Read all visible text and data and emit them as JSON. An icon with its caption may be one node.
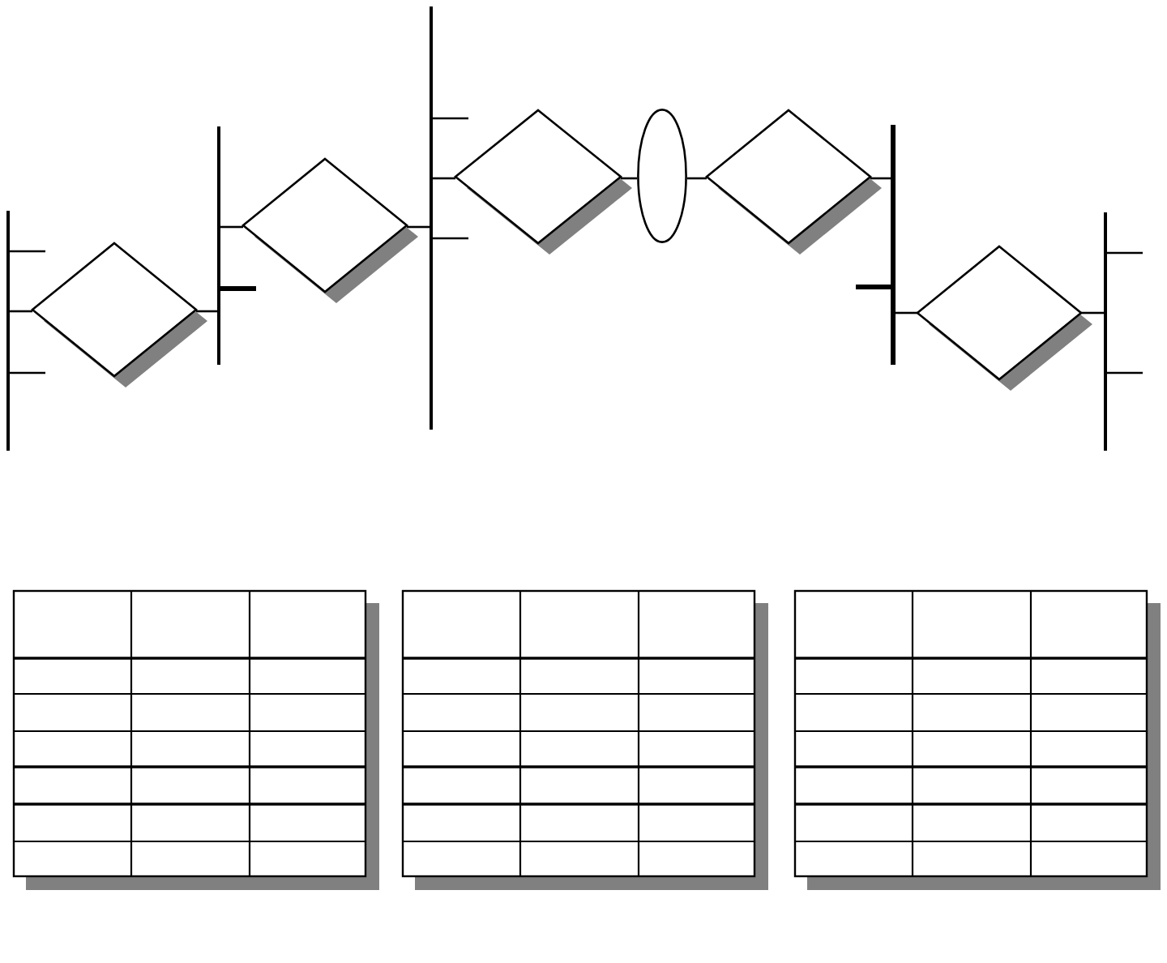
{
  "diagram": {
    "nodes": [
      {
        "text": [],
        "shape": "bar"
      },
      {
        "text": [],
        "shape": "diamond"
      },
      {
        "text": [],
        "shape": "bar"
      },
      {
        "text": [],
        "shape": "diamond"
      },
      {
        "text": [],
        "shape": "bar"
      },
      {
        "text": [],
        "shape": "diamond"
      },
      {
        "text": [],
        "shape": "ellipse"
      },
      {
        "text": [],
        "shape": "diamond"
      },
      {
        "text": [],
        "shape": "bar"
      },
      {
        "text": [],
        "shape": "diamond"
      },
      {
        "text": [],
        "shape": "bar"
      },
      {
        "text": [],
        "shape": "table"
      },
      {
        "text": [],
        "shape": "table"
      },
      {
        "text": [],
        "shape": "table"
      }
    ],
    "edges": [
      {
        "from": 0,
        "to": 1,
        "arrow": "none"
      },
      {
        "from": 1,
        "to": 2,
        "arrow": "none"
      },
      {
        "from": 2,
        "to": 3,
        "arrow": "none"
      },
      {
        "from": 3,
        "to": 4,
        "arrow": "none"
      },
      {
        "from": 4,
        "to": 5,
        "arrow": "none"
      },
      {
        "from": 5,
        "to": 6,
        "arrow": "none"
      },
      {
        "from": 6,
        "to": 7,
        "arrow": "none"
      },
      {
        "from": 7,
        "to": 8,
        "arrow": "none"
      },
      {
        "from": 8,
        "to": 9,
        "arrow": "none"
      },
      {
        "from": 9,
        "to": 10,
        "arrow": "none"
      }
    ]
  }
}
